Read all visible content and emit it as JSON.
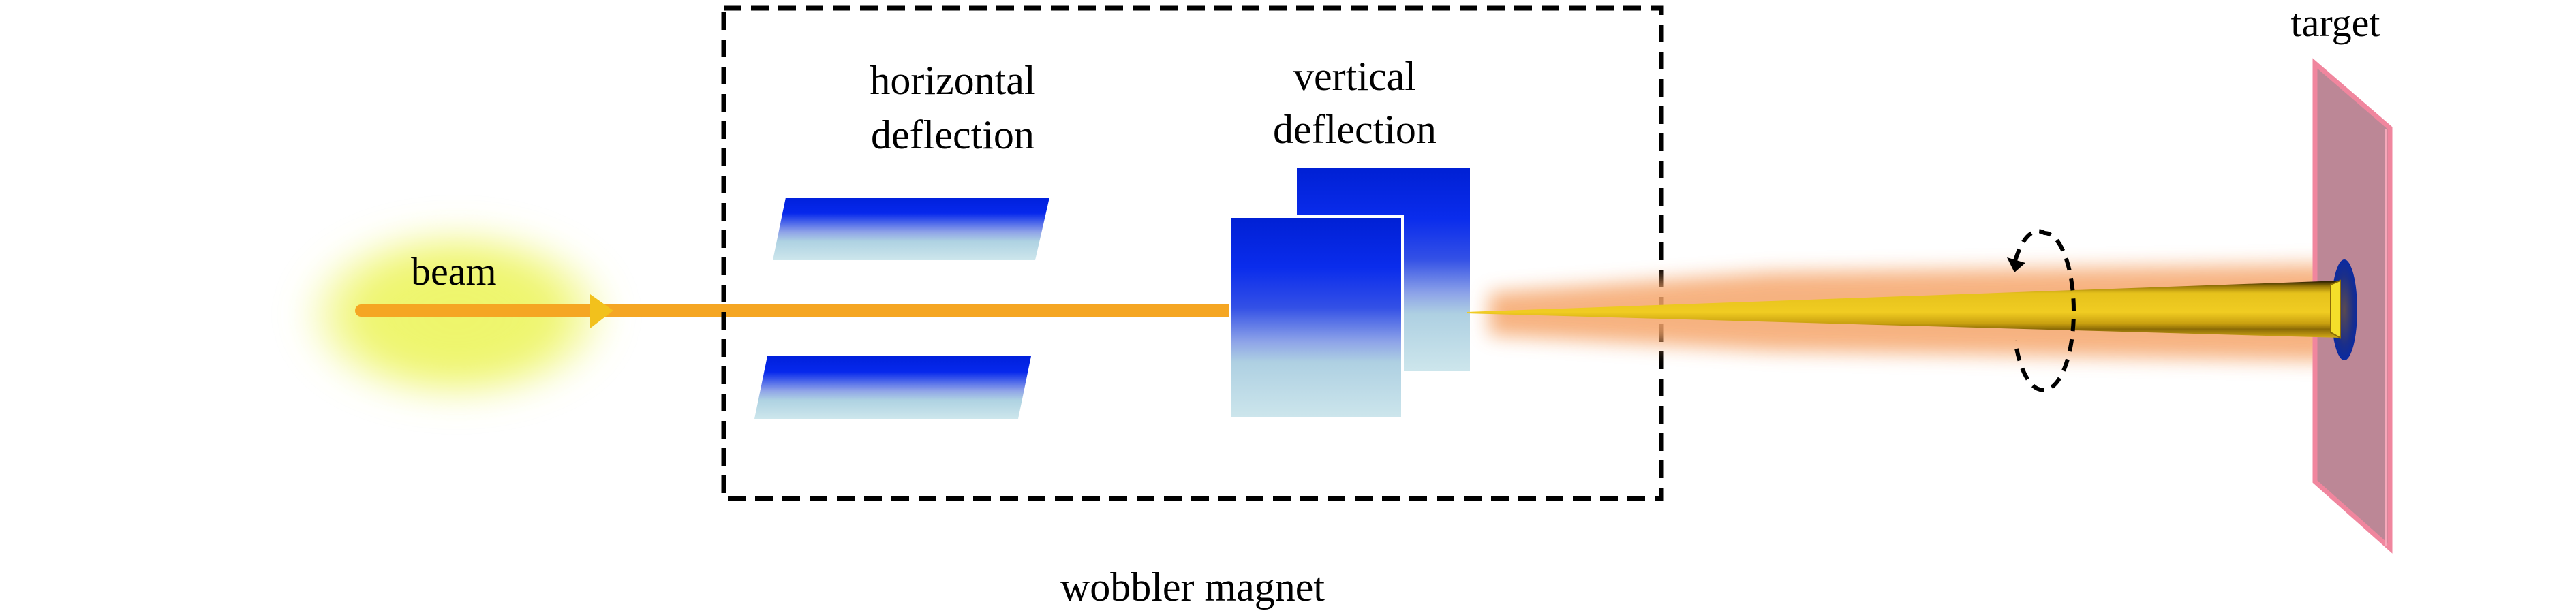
{
  "labels": {
    "beam": "beam",
    "horizontal_deflection": [
      "horizontal",
      "deflection"
    ],
    "vertical_deflection": [
      "vertical",
      "deflection"
    ],
    "wobbler_magnet": "wobbler magnet",
    "target": "target"
  },
  "colors": {
    "beam_line": "#F5A623",
    "beam_glow": "#EEF56A",
    "plate_top": "#0020DC",
    "plate_bottom": "#C8E2EA",
    "cone": "#E9C21C",
    "cone_glow": "#F5A56A",
    "target_fill": "#BC8796",
    "target_edge": "#F0869E",
    "impact_spot": "#0A2A9A",
    "dashed_box": "#000000"
  },
  "components": [
    {
      "id": "beam-source",
      "label_ref": "labels.beam"
    },
    {
      "id": "horizontal-deflection-plates",
      "count": 2,
      "label_ref": "labels.horizontal_deflection"
    },
    {
      "id": "vertical-deflection-plates",
      "count": 2,
      "label_ref": "labels.vertical_deflection"
    },
    {
      "id": "wobbler-magnet-enclosure",
      "label_ref": "labels.wobbler_magnet"
    },
    {
      "id": "rotating-beam-cone",
      "rotation_direction": "counter-clockwise"
    },
    {
      "id": "target-plate",
      "label_ref": "labels.target"
    }
  ]
}
